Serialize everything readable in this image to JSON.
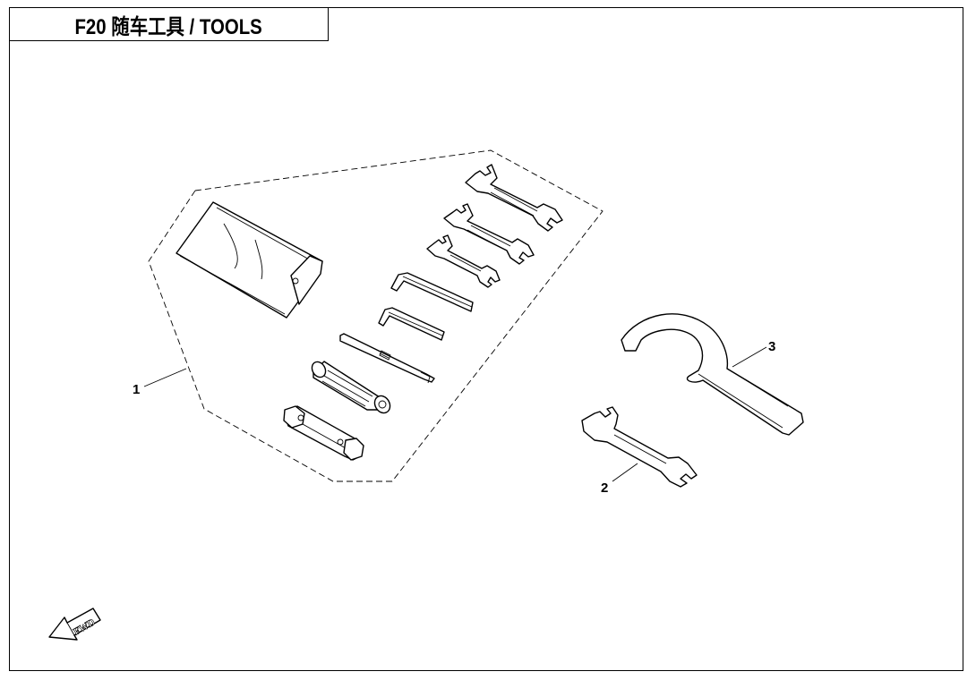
{
  "title": "F20 随车工具 / TOOLS",
  "callouts": {
    "item1": "1",
    "item2": "2",
    "item3": "3"
  },
  "fwd_label": "FWD"
}
